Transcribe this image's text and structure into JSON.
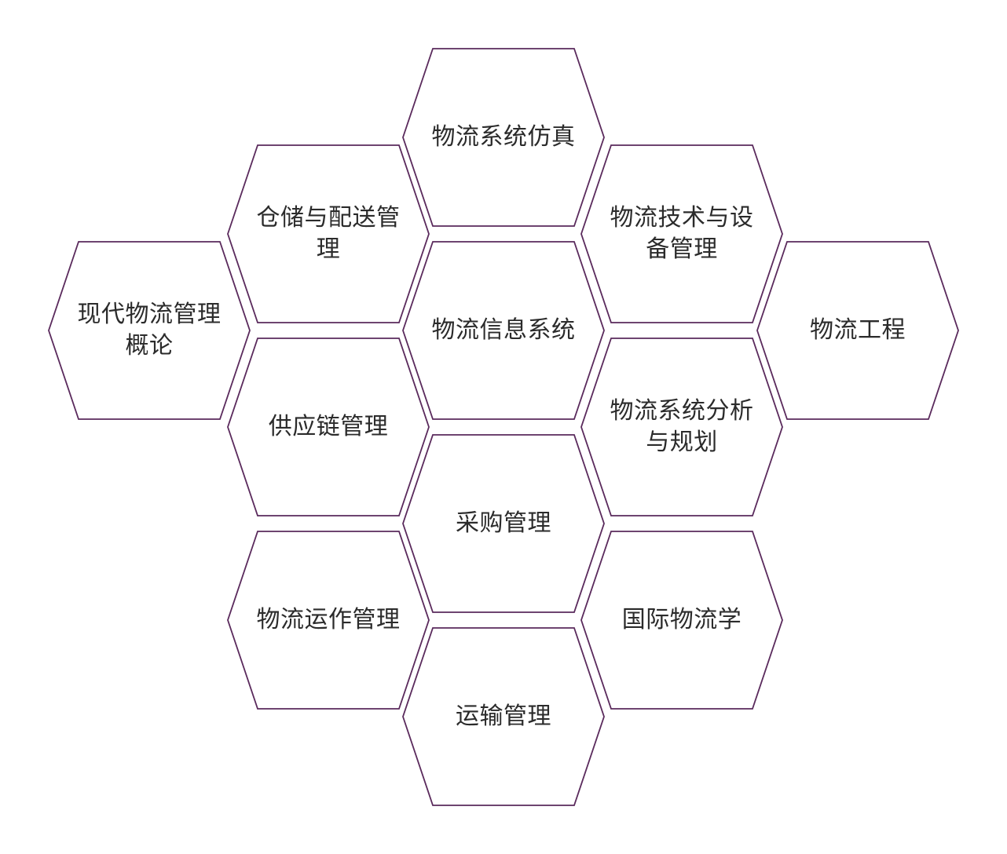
{
  "diagram": {
    "stroke_color": "#5a2a5c",
    "text_color": "#2b2b2b",
    "background": "#ffffff",
    "hexagons": [
      {
        "id": "logistics-system-simulation",
        "label": "物流系统仿真"
      },
      {
        "id": "warehousing-distribution",
        "label": "仓储与配送管理"
      },
      {
        "id": "logistics-tech-equipment",
        "label": "物流技术与设备管理"
      },
      {
        "id": "modern-logistics-intro",
        "label": "现代物流管理概论"
      },
      {
        "id": "logistics-information-system",
        "label": "物流信息系统"
      },
      {
        "id": "logistics-engineering",
        "label": "物流工程"
      },
      {
        "id": "supply-chain",
        "label": "供应链管理"
      },
      {
        "id": "system-analysis-planning",
        "label": "物流系统分析与规划"
      },
      {
        "id": "procurement",
        "label": "采购管理"
      },
      {
        "id": "logistics-operations",
        "label": "物流运作管理"
      },
      {
        "id": "international-logistics",
        "label": "国际物流学"
      },
      {
        "id": "transportation",
        "label": "运输管理"
      }
    ]
  }
}
